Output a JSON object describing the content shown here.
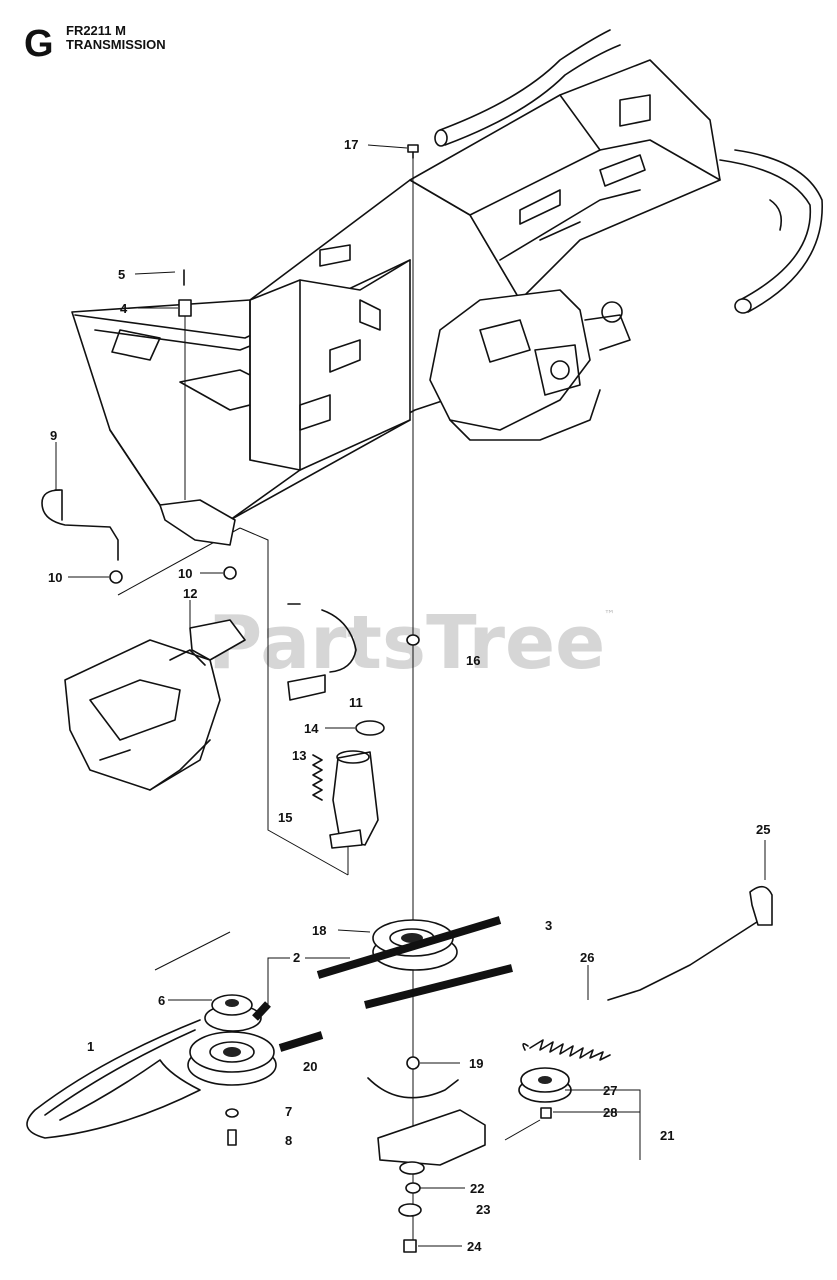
{
  "header": {
    "section_letter": "G",
    "model": "FR2211 M",
    "title": "TRANSMISSION"
  },
  "watermark": {
    "text": "PartsTree",
    "trademark": "™"
  },
  "callouts": {
    "c1": "1",
    "c2": "2",
    "c3": "3",
    "c4": "4",
    "c5": "5",
    "c6": "6",
    "c7": "7",
    "c8": "8",
    "c9": "9",
    "c10a": "10",
    "c10b": "10",
    "c11": "11",
    "c12": "12",
    "c13": "13",
    "c14": "14",
    "c15": "15",
    "c16": "16",
    "c17": "17",
    "c18": "18",
    "c19": "19",
    "c20": "20",
    "c21": "21",
    "c22": "22",
    "c23": "23",
    "c24": "24",
    "c25": "25",
    "c26": "26",
    "c27": "27",
    "c28": "28"
  }
}
